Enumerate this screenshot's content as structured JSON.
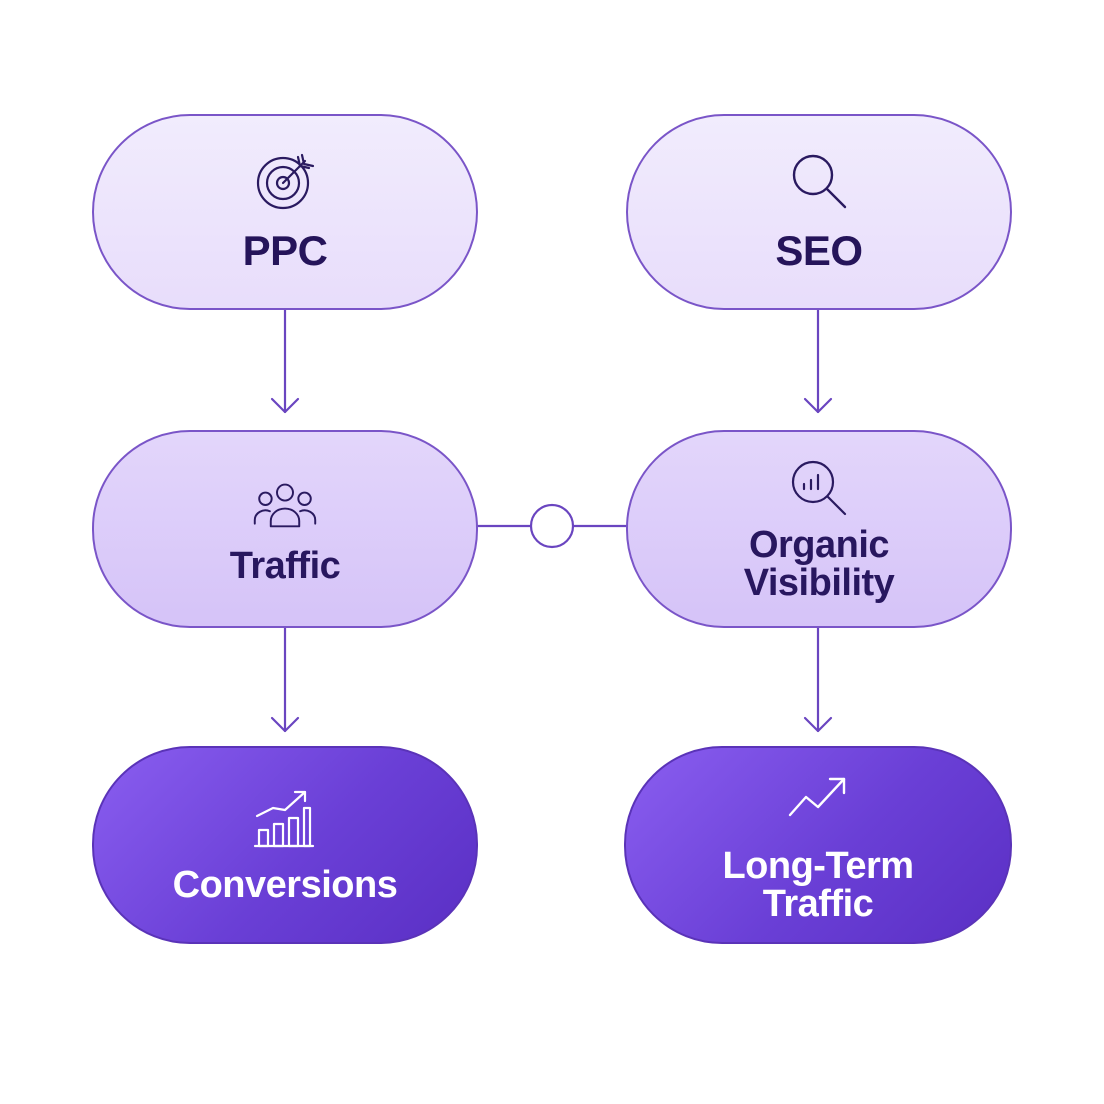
{
  "diagram": {
    "nodes": {
      "ppc": {
        "label": "PPC",
        "icon": "target-arrow-icon"
      },
      "seo": {
        "label": "SEO",
        "icon": "magnifier-icon"
      },
      "traffic": {
        "label": "Traffic",
        "icon": "people-group-icon"
      },
      "organic_visibility": {
        "label": "Organic\nVisibility",
        "icon": "search-analytics-icon"
      },
      "conversions": {
        "label": "Conversions",
        "icon": "bar-chart-growth-icon"
      },
      "long_term_traffic": {
        "label": "Long-Term\nTraffic",
        "icon": "trend-up-arrow-icon"
      }
    },
    "edges": [
      {
        "from": "PPC",
        "to": "Traffic"
      },
      {
        "from": "Traffic",
        "to": "Conversions"
      },
      {
        "from": "SEO",
        "to": "Organic Visibility"
      },
      {
        "from": "Organic Visibility",
        "to": "Long-Term Traffic"
      },
      {
        "from": "Traffic",
        "to": "Organic Visibility",
        "style": "link-with-circle"
      }
    ],
    "colors": {
      "stroke": "#7a55c8",
      "top_fill": "#efe8fc",
      "middle_fill": "#dccbfa",
      "bottom_fill": "#6a3fd6",
      "dark_text": "#25145a",
      "light_text": "#ffffff"
    }
  }
}
